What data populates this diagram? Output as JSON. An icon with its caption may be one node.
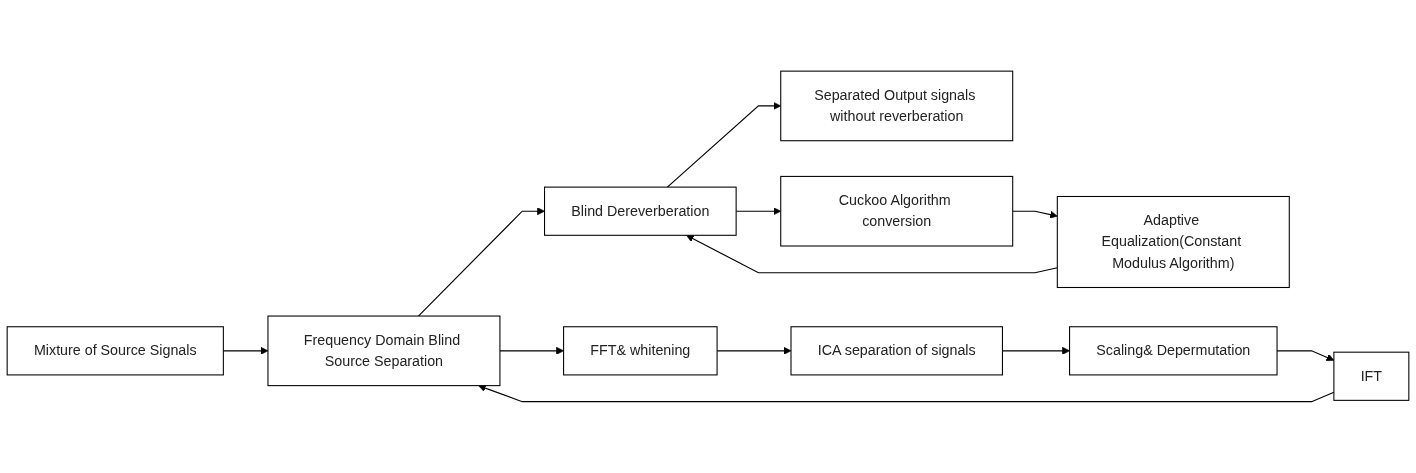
{
  "diagram": {
    "nodes": [
      {
        "text": [
          "Mixture of Source Signals"
        ]
      },
      {
        "text": [
          "Frequency Domain Blind Source Separation"
        ]
      },
      {
        "text": [
          "Blind Dereverberation"
        ]
      },
      {
        "text": [
          "Separated Output signals without reverberation"
        ]
      },
      {
        "text": [
          "FFT& whitening"
        ]
      },
      {
        "text": [
          "IFT"
        ]
      },
      {
        "text": [
          "Adaptive Equalization(Constant Modulus Algorithm)"
        ]
      },
      {
        "text": [
          "ICA separation of signals"
        ]
      },
      {
        "text": [
          "Scaling& Depermutation"
        ]
      },
      {
        "text": [
          "Cuckoo Algorithm conversion"
        ]
      }
    ],
    "edges": [
      {
        "from": 0,
        "to": 1,
        "arrow": "to"
      },
      {
        "from": 1,
        "to": 2,
        "arrow": "to"
      },
      {
        "from": 2,
        "to": 3,
        "arrow": "to"
      },
      {
        "from": 1,
        "to": 4,
        "arrow": "to"
      },
      {
        "from": 4,
        "to": 7,
        "arrow": "to"
      },
      {
        "from": 7,
        "to": 8,
        "arrow": "to"
      },
      {
        "from": 8,
        "to": 5,
        "arrow": "to"
      },
      {
        "from": 5,
        "to": 1,
        "arrow": "to"
      },
      {
        "from": 2,
        "to": 9,
        "arrow": "to"
      },
      {
        "from": 9,
        "to": 6,
        "arrow": "to"
      },
      {
        "from": 6,
        "to": 2,
        "arrow": "to"
      }
    ]
  }
}
